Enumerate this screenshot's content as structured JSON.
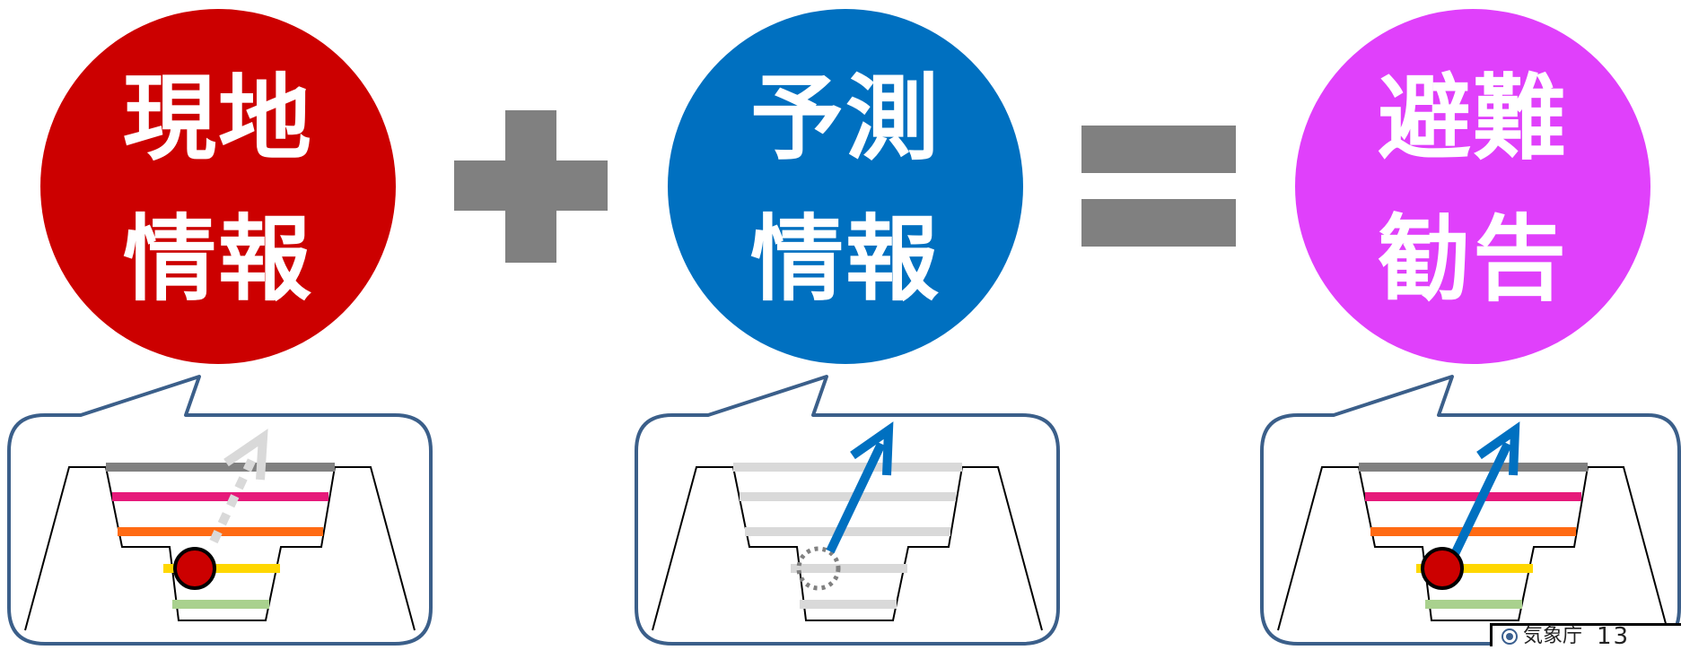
{
  "circles": [
    {
      "line1": "現地",
      "line2": "情報",
      "color": "#cc0000"
    },
    {
      "line1": "予測",
      "line2": "情報",
      "color": "#0070c0"
    },
    {
      "line1": "避難",
      "line2": "勧告",
      "color": "#e040fb"
    }
  ],
  "operators": {
    "plus": "+",
    "equals": "="
  },
  "operator_color": "#808080",
  "level_colors": [
    "#808080",
    "#e6197a",
    "#ff6a13",
    "#ffd700",
    "#a9d18e"
  ],
  "prediction_color": "#d9d9d9",
  "footer": {
    "organization": "気象庁",
    "page_number": "13"
  }
}
